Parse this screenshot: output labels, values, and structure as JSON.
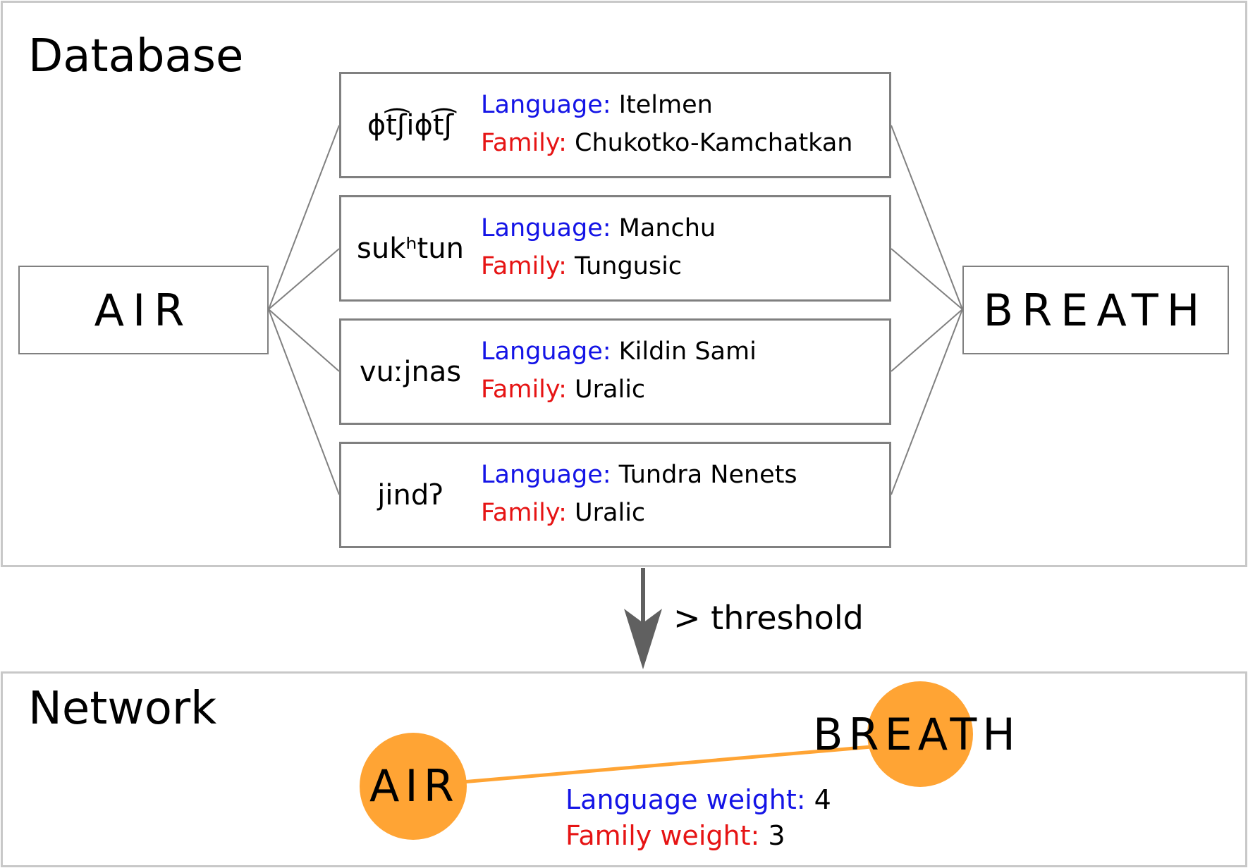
{
  "database": {
    "title": "Database",
    "concept_left": "AIR",
    "concept_right": "BREATH",
    "entries": [
      {
        "word": "ɸt͡ʃiɸt͡ʃ",
        "language_label": "Language:",
        "language": "Itelmen",
        "family_label": "Family:",
        "family": "Chukotko-Kamchatkan"
      },
      {
        "word": "sukʰtun",
        "language_label": "Language:",
        "language": "Manchu",
        "family_label": "Family:",
        "family": "Tungusic"
      },
      {
        "word": "vuːjnas",
        "language_label": "Language:",
        "language": "Kildin Sami",
        "family_label": "Family:",
        "family": "Uralic"
      },
      {
        "word": "jindʔ",
        "language_label": "Language:",
        "language": "Tundra Nenets",
        "family_label": "Family:",
        "family": "Uralic"
      }
    ]
  },
  "arrow": {
    "label": "> threshold"
  },
  "network": {
    "title": "Network",
    "node_left": "AIR",
    "node_right": "BREATH",
    "language_weight_label": "Language weight:",
    "language_weight": "4",
    "family_weight_label": "Family weight:",
    "family_weight": "3"
  },
  "colors": {
    "language": "#1414e6",
    "family": "#e61414",
    "node": "#ffa434",
    "edge": "#ffa434",
    "connector": "#808080",
    "panel_border": "#c8c8c8"
  }
}
